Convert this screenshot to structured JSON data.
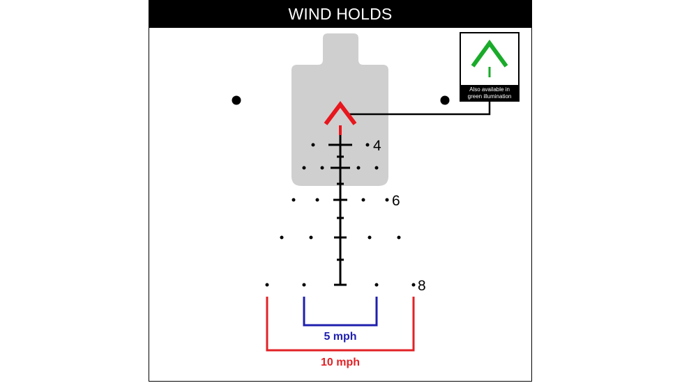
{
  "title": "WIND HOLDS",
  "colors": {
    "reticle": "#000000",
    "chevron_red": "#e8161d",
    "chevron_green": "#1aab2a",
    "hold_5": "#1f1faf",
    "hold_10": "#e12226",
    "target": "#cfcfcf"
  },
  "hold_labels": {
    "four": "4",
    "six": "6",
    "eight": "8"
  },
  "brackets": {
    "five": "5 mph",
    "ten": "10 mph"
  },
  "inset": {
    "line1": "Also available in",
    "line2": "green illumination",
    "icon": "green-chevron-icon"
  }
}
